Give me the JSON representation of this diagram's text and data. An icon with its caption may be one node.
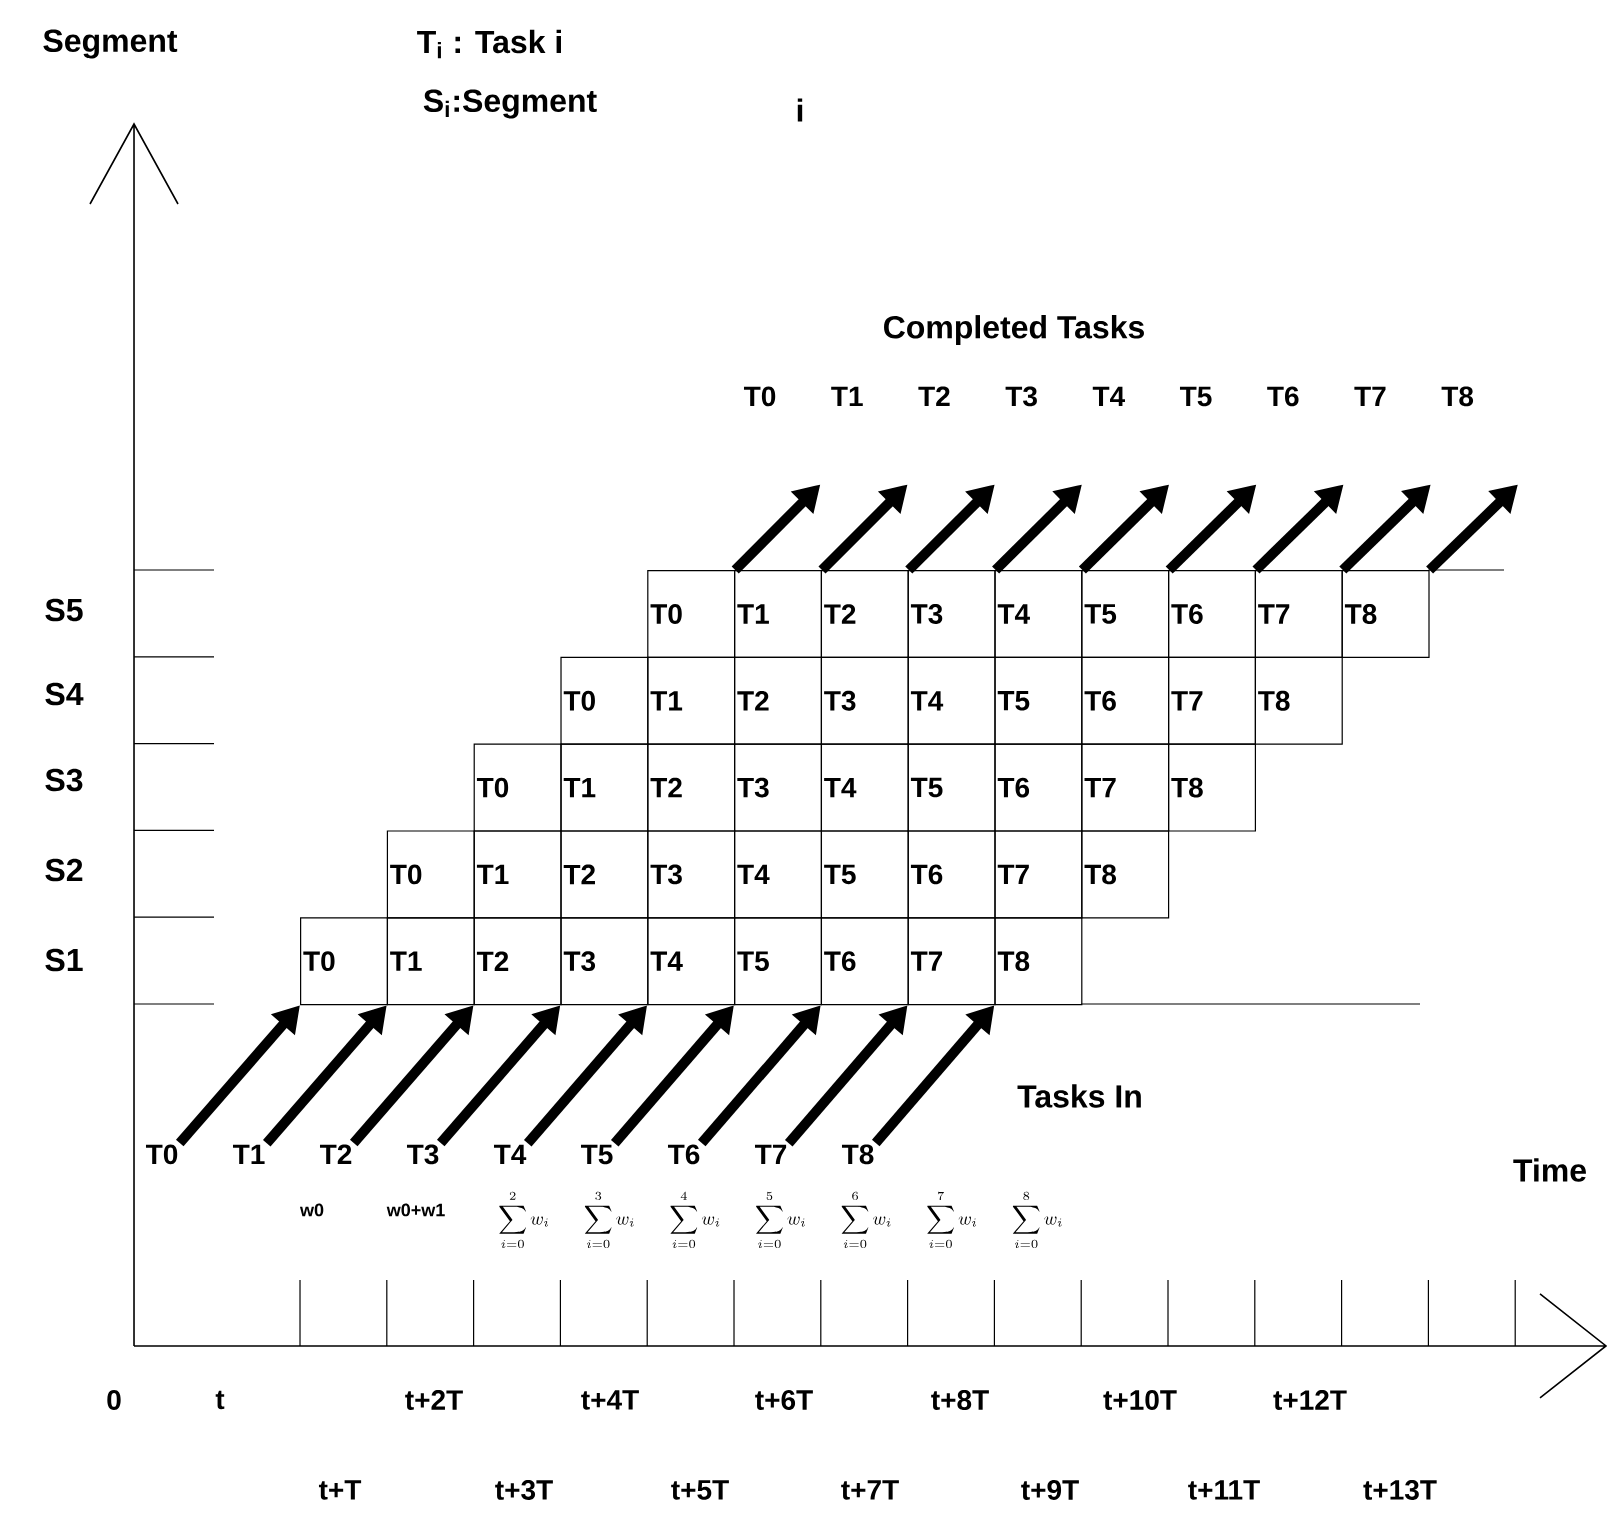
{
  "diagram": {
    "nodes": [
      {
        "text": [
          "T0"
        ]
      },
      {
        "text": [
          "T1"
        ]
      },
      {
        "text": [
          "T2"
        ]
      },
      {
        "text": [
          "T3"
        ]
      },
      {
        "text": [
          "T4"
        ]
      },
      {
        "text": [
          "T5"
        ]
      },
      {
        "text": [
          "T6"
        ]
      },
      {
        "text": [
          "T7"
        ]
      },
      {
        "text": [
          "T8"
        ]
      },
      {
        "text": [
          "T0"
        ]
      },
      {
        "text": [
          "T1"
        ]
      },
      {
        "text": [
          "T2"
        ]
      },
      {
        "text": [
          "T3"
        ]
      },
      {
        "text": [
          "T4"
        ]
      },
      {
        "text": [
          "T5"
        ]
      },
      {
        "text": [
          "T6"
        ]
      },
      {
        "text": [
          "T7"
        ]
      },
      {
        "text": [
          "T8"
        ]
      },
      {
        "text": [
          "T0"
        ]
      },
      {
        "text": [
          "T1"
        ]
      },
      {
        "text": [
          "T2"
        ]
      },
      {
        "text": [
          "T3"
        ]
      },
      {
        "text": [
          "T4"
        ]
      },
      {
        "text": [
          "T5"
        ]
      },
      {
        "text": [
          "T6"
        ]
      },
      {
        "text": [
          "T7"
        ]
      },
      {
        "text": [
          "T8"
        ]
      },
      {
        "text": [
          "T0"
        ]
      },
      {
        "text": [
          "T1"
        ]
      },
      {
        "text": [
          "T2"
        ]
      },
      {
        "text": [
          "T3"
        ]
      },
      {
        "text": [
          "T4"
        ]
      },
      {
        "text": [
          "T5"
        ]
      },
      {
        "text": [
          "T6"
        ]
      },
      {
        "text": [
          "T7"
        ]
      },
      {
        "text": [
          "T8"
        ]
      },
      {
        "text": [
          "T0"
        ]
      },
      {
        "text": [
          "T1"
        ]
      },
      {
        "text": [
          "T2"
        ]
      },
      {
        "text": [
          "T3"
        ]
      },
      {
        "text": [
          "T4"
        ]
      },
      {
        "text": [
          "T5"
        ]
      },
      {
        "text": [
          "T6"
        ]
      },
      {
        "text": [
          "T7"
        ]
      },
      {
        "text": [
          "T8"
        ]
      },
      {
        "text": [
          "T0"
        ]
      },
      {
        "text": [
          "T1"
        ]
      },
      {
        "text": [
          "T2"
        ]
      },
      {
        "text": [
          "T3"
        ]
      },
      {
        "text": [
          "T4"
        ]
      },
      {
        "text": [
          "T5"
        ]
      },
      {
        "text": [
          "T6"
        ]
      },
      {
        "text": [
          "T7"
        ]
      },
      {
        "text": [
          "T8"
        ]
      },
      {
        "text": [
          "T0"
        ]
      },
      {
        "text": [
          "T1"
        ]
      },
      {
        "text": [
          "T2"
        ]
      },
      {
        "text": [
          "T3"
        ]
      },
      {
        "text": [
          "T4"
        ]
      },
      {
        "text": [
          "T5"
        ]
      },
      {
        "text": [
          "T6"
        ]
      },
      {
        "text": [
          "T7"
        ]
      },
      {
        "text": [
          "T8"
        ]
      }
    ],
    "edges": [
      {
        "from": 9,
        "to": 0,
        "arrow": "to"
      },
      {
        "from": 10,
        "to": 1,
        "arrow": "to"
      },
      {
        "from": 11,
        "to": 2,
        "arrow": "to"
      },
      {
        "from": 12,
        "to": 3,
        "arrow": "to"
      },
      {
        "from": 13,
        "to": 4,
        "arrow": "to"
      },
      {
        "from": 14,
        "to": 5,
        "arrow": "to"
      },
      {
        "from": 15,
        "to": 6,
        "arrow": "to"
      },
      {
        "from": 16,
        "to": 7,
        "arrow": "to"
      },
      {
        "from": 17,
        "to": 8,
        "arrow": "to"
      },
      {
        "from": 54,
        "to": 45,
        "arrow": "to"
      },
      {
        "from": 55,
        "to": 46,
        "arrow": "to"
      },
      {
        "from": 56,
        "to": 47,
        "arrow": "to"
      },
      {
        "from": 57,
        "to": 48,
        "arrow": "to"
      },
      {
        "from": 58,
        "to": 49,
        "arrow": "to"
      },
      {
        "from": 59,
        "to": 50,
        "arrow": "to"
      },
      {
        "from": 60,
        "to": 51,
        "arrow": "to"
      },
      {
        "from": 61,
        "to": 52,
        "arrow": "to"
      },
      {
        "from": 62,
        "to": 53,
        "arrow": "to"
      }
    ],
    "labels": [
      "Segment",
      "T$_{i}$ : Task i",
      "S$_{i}$:Segment",
      "i",
      "Completed Tasks",
      "S5",
      "S4",
      "S3",
      "S2",
      "S1",
      "Tasks In",
      "Time",
      "w0",
      "w0+w1",
      "\\sum_{i=0}^{2} w_{i}",
      "\\sum_{i=0}^{3} w_{i}",
      "\\sum_{i=0}^{4} w_{i}",
      "\\sum_{i=0}^{5} w_{i}",
      "\\sum_{i=0}^{6} w_{i}",
      "\\sum_{i=0}^{7} w_{i}",
      "\\sum_{i=0}^{8} w_{i}",
      "0",
      "t",
      "t+2T",
      "t+4T",
      "t+6T",
      "t+8T",
      "t+10T",
      "t+12T",
      "t+T",
      "t+3T",
      "t+5T",
      "t+7T",
      "t+9T",
      "t+11T",
      "t+13T"
    ]
  }
}
